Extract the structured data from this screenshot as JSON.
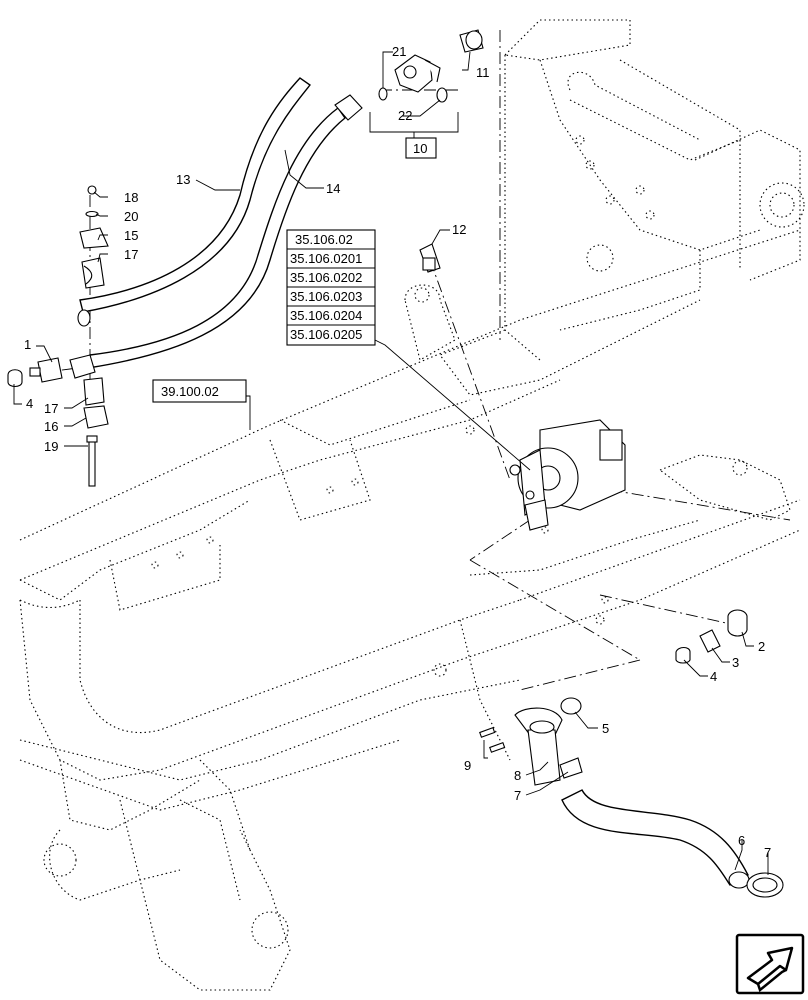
{
  "callouts": {
    "c1": "1",
    "c2": "2",
    "c3": "3",
    "c4a": "4",
    "c4b": "4",
    "c5": "5",
    "c6": "6",
    "c7a": "7",
    "c7b": "7",
    "c8": "8",
    "c9": "9",
    "c10": "10",
    "c11": "11",
    "c12": "12",
    "c13": "13",
    "c14": "14",
    "c15": "15",
    "c16": "16",
    "c17a": "17",
    "c17b": "17",
    "c18": "18",
    "c19": "19",
    "c20": "20",
    "c21": "21",
    "c22": "22"
  },
  "references": {
    "ref_3910002": "39.100.02",
    "section_refs": [
      "35.106.02",
      "35.106.0201",
      "35.106.0202",
      "35.106.0203",
      "35.106.0204",
      "35.106.0205"
    ]
  },
  "nav_icon": "next-page-arrow-icon"
}
